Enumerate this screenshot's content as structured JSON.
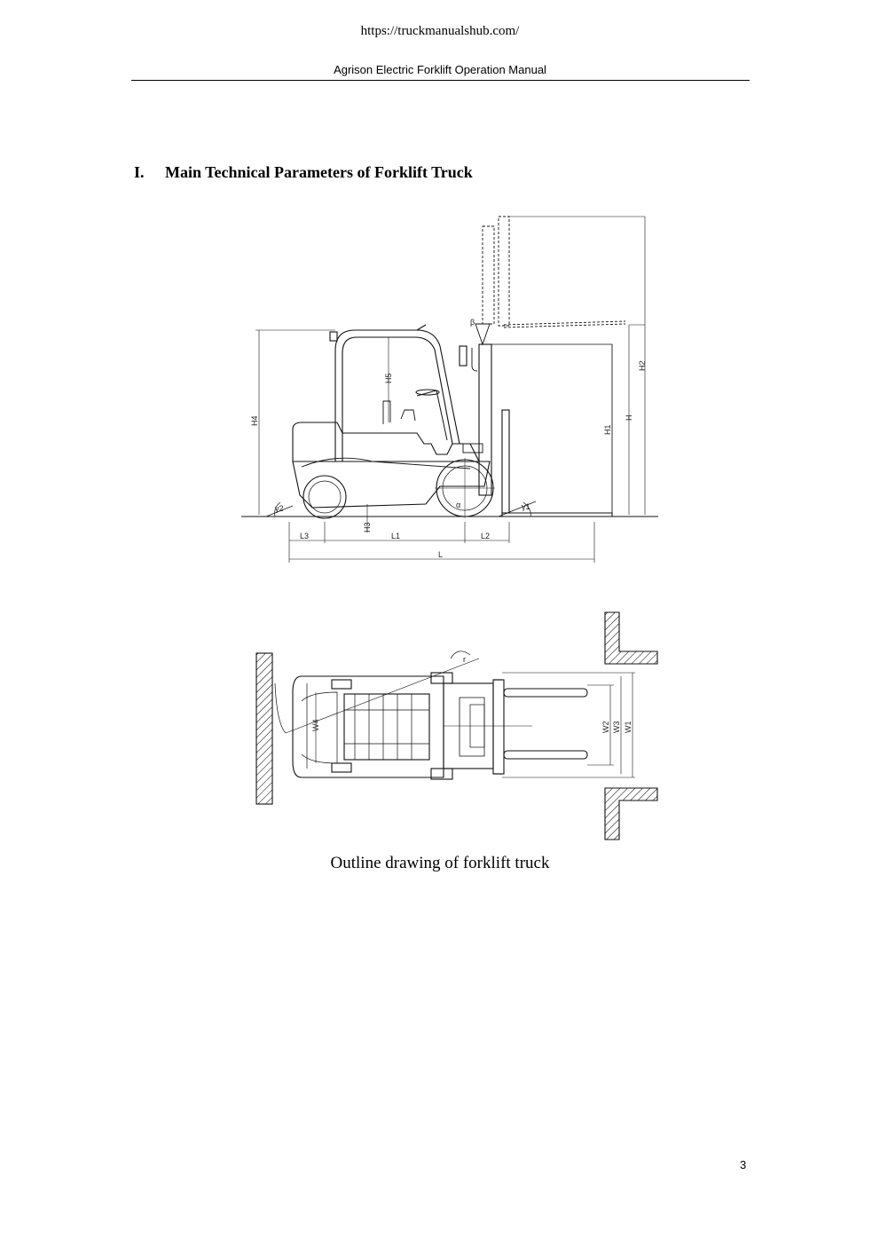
{
  "header": {
    "url": "https://truckmanualshub.com/",
    "running_title": "Agrison Electric Forklift Operation Manual"
  },
  "section": {
    "number": "I.",
    "title": "Main Technical Parameters of Forklift Truck"
  },
  "figure": {
    "caption": "Outline drawing of forklift truck",
    "side_view_labels": {
      "h4": "H4",
      "h5": "H5",
      "h1": "H1",
      "h": "H",
      "h2": "H2",
      "h3": "H3",
      "l3": "L3",
      "l1": "L1",
      "l2": "L2",
      "l": "L",
      "gamma2": "γ2",
      "gamma1": "γ1",
      "alpha": "α",
      "beta": "β"
    },
    "top_view_labels": {
      "w4": "W4",
      "w2": "W2",
      "w3": "W3",
      "w1": "W1",
      "r": "r"
    }
  },
  "footer": {
    "page_number": "3"
  }
}
